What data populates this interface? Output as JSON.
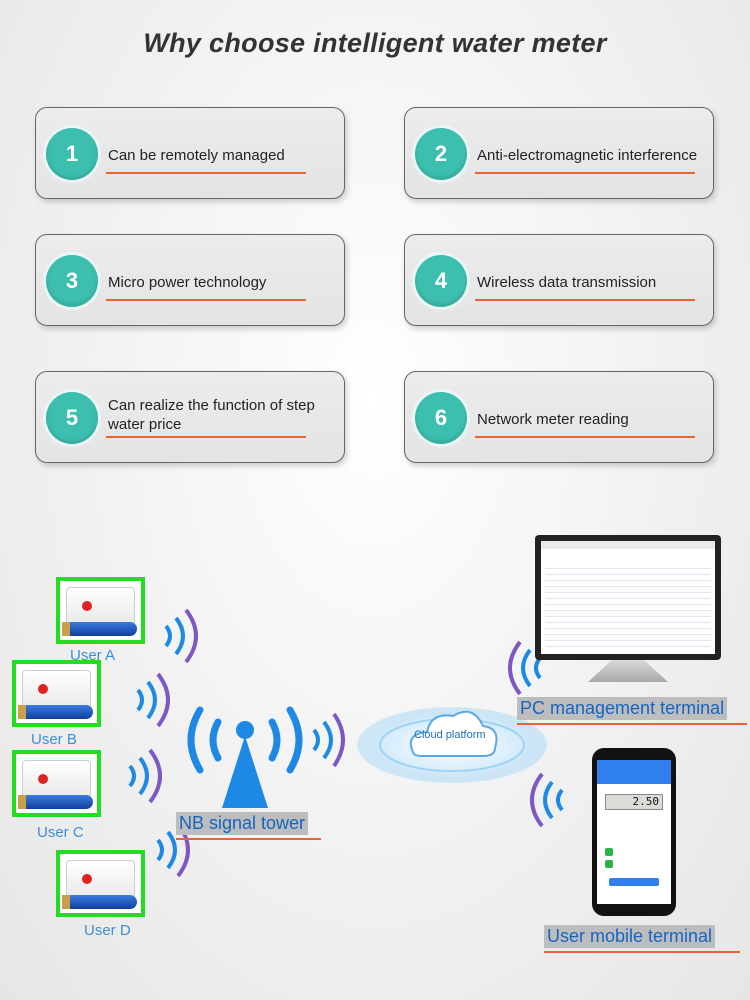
{
  "title": "Why choose  intelligent water meter",
  "features": [
    {
      "num": "1",
      "text": "Can be remotely managed"
    },
    {
      "num": "2",
      "text": "Anti-electromagnetic interference"
    },
    {
      "num": "3",
      "text": "Micro power technology"
    },
    {
      "num": "4",
      "text": "Wireless data transmission"
    },
    {
      "num": "5",
      "text": "Can realize the function of step water price"
    },
    {
      "num": "6",
      "text": "Network meter reading"
    }
  ],
  "users": [
    "User A",
    "User B",
    "User C",
    "User D"
  ],
  "tower_label": "NB signal tower",
  "cloud_label": "Cloud platform",
  "pc_label": "PC management terminal",
  "mobile_label": "User mobile terminal",
  "phone_reading": "2.50",
  "colors": {
    "accent": "#3dbfaf",
    "underline": "#e8623a",
    "meter_border": "#22dd22",
    "wave_blue": "#1e88e5",
    "wave_purple": "#7e57c2",
    "label_blue": "#1565c0"
  }
}
